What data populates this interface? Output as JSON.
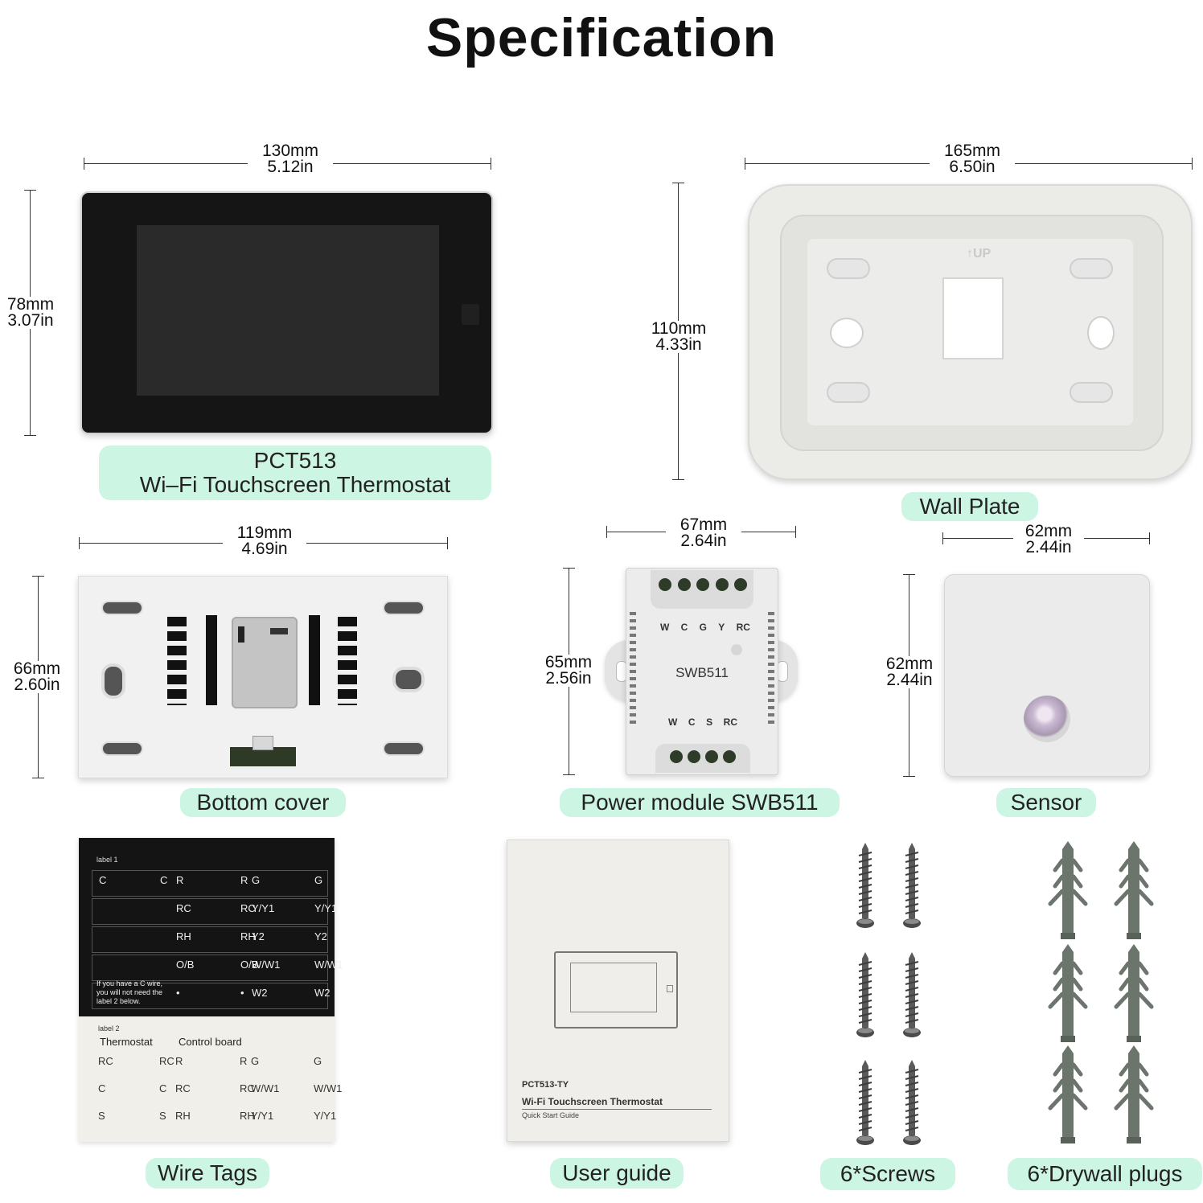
{
  "title": "Specification",
  "thermostat": {
    "width_mm": "130mm",
    "width_in": "5.12in",
    "height_mm": "78mm",
    "height_in": "3.07in",
    "label_line1": "PCT513",
    "label_line2": "Wi–Fi Touchscreen Thermostat"
  },
  "wall_plate": {
    "width_mm": "165mm",
    "width_in": "6.50in",
    "height_mm": "110mm",
    "height_in": "4.33in",
    "up_mark": "↑UP",
    "label": "Wall Plate"
  },
  "bottom_cover": {
    "width_mm": "119mm",
    "width_in": "4.69in",
    "height_mm": "66mm",
    "height_in": "2.60in",
    "label": "Bottom cover"
  },
  "power_module": {
    "width_mm": "67mm",
    "width_in": "2.64in",
    "height_mm": "65mm",
    "height_in": "2.56in",
    "top_terminals": [
      "W",
      "C",
      "G",
      "Y",
      "RC"
    ],
    "model": "SWB511",
    "bottom_terminals": [
      "W",
      "C",
      "S",
      "RC"
    ],
    "label": "Power module SWB511"
  },
  "sensor": {
    "width_mm": "62mm",
    "width_in": "2.44in",
    "height_mm": "62mm",
    "height_in": "2.44in",
    "label": "Sensor"
  },
  "wire_tags": {
    "label1": "label 1",
    "rows1": [
      [
        "C",
        "C",
        "R",
        "R",
        "G",
        "G"
      ],
      [
        "",
        "",
        "RC",
        "RC",
        "Y/Y1",
        "Y/Y1"
      ],
      [
        "",
        "",
        "RH",
        "RH",
        "Y2",
        "Y2"
      ],
      [
        "",
        "",
        "O/B",
        "O/B",
        "W/W1",
        "W/W1"
      ],
      [
        "",
        "",
        "•",
        "•",
        "W2",
        "W2"
      ]
    ],
    "note_line1": "If you have a C wire,",
    "note_line2": "you will not need the",
    "note_line3": "label 2 below.",
    "label2": "label 2",
    "col_thermostat": "Thermostat",
    "col_control": "Control board",
    "rows2": [
      [
        "RC",
        "RC",
        "R",
        "R",
        "G",
        "G"
      ],
      [
        "C",
        "C",
        "RC",
        "RC",
        "W/W1",
        "W/W1"
      ],
      [
        "S",
        "S",
        "RH",
        "RH",
        "Y/Y1",
        "Y/Y1"
      ]
    ],
    "label": "Wire Tags"
  },
  "user_guide": {
    "model": "PCT513-TY",
    "name": "Wi-Fi Touchscreen Thermostat",
    "subtitle": "Quick Start Guide",
    "label": "User guide"
  },
  "screws": {
    "label": "6*Screws"
  },
  "plugs": {
    "label": "6*Drywall plugs"
  }
}
